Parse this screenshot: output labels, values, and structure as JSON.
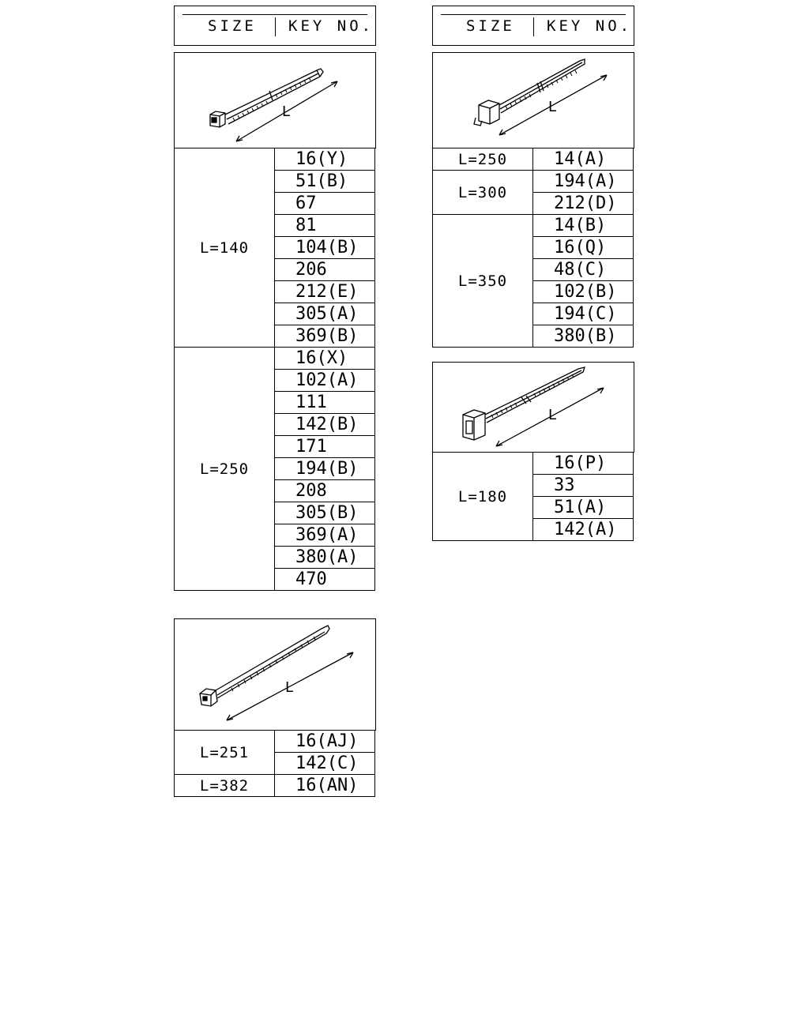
{
  "headers": {
    "size_label": "SIZE",
    "key_label": "KEY NO."
  },
  "left_column": {
    "group1": {
      "rows": [
        {
          "size": "L=140",
          "keys": [
            "16(Y)",
            "51(B)",
            "67",
            "81",
            "104(B)",
            "206",
            "212(E)",
            "305(A)",
            "369(B)"
          ]
        },
        {
          "size": "L=250",
          "keys": [
            "16(X)",
            "102(A)",
            "111",
            "142(B)",
            "171",
            "194(B)",
            "208",
            "305(B)",
            "369(A)",
            "380(A)",
            "470"
          ]
        }
      ]
    },
    "group2": {
      "rows": [
        {
          "size": "L=251",
          "keys": [
            "16(AJ)",
            "142(C)"
          ]
        },
        {
          "size": "L=382",
          "keys": [
            "16(AN)"
          ]
        }
      ]
    }
  },
  "right_column": {
    "group1": {
      "rows": [
        {
          "size": "L=250",
          "keys": [
            "14(A)"
          ]
        },
        {
          "size": "L=300",
          "keys": [
            "194(A)",
            "212(D)"
          ]
        },
        {
          "size": "L=350",
          "keys": [
            "14(B)",
            "16(Q)",
            "48(C)",
            "102(B)",
            "194(C)",
            "380(B)"
          ]
        }
      ]
    },
    "group2": {
      "rows": [
        {
          "size": "L=180",
          "keys": [
            "16(P)",
            "33",
            "51(A)",
            "142(A)"
          ]
        }
      ]
    }
  },
  "dimension_label": "L",
  "icons": [
    "cable-tie-icon",
    "cable-tie-clip-icon",
    "cable-tie-mount-icon",
    "cable-tie-long-icon"
  ]
}
